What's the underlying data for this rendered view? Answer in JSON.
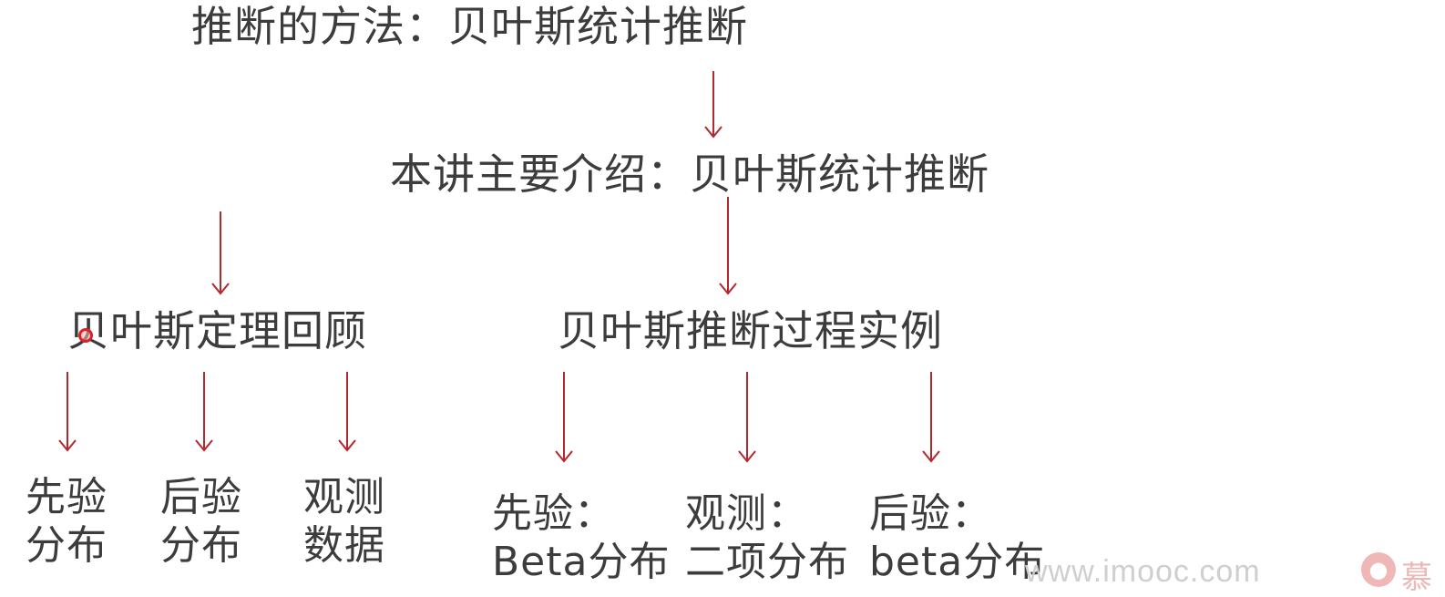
{
  "diagram": {
    "method_title": "推断的方法：贝叶斯统计推断",
    "lecture_title": "本讲主要介绍：贝叶斯统计推断",
    "left_branch": {
      "title": "贝叶斯定理回顾",
      "leaves": [
        {
          "line1": "先验",
          "line2": "分布"
        },
        {
          "line1": "后验",
          "line2": "分布"
        },
        {
          "line1": "观测",
          "line2": "数据"
        }
      ]
    },
    "right_branch": {
      "title": "贝叶斯推断过程实例",
      "leaves": [
        {
          "line1": "先验：",
          "line2": "Beta分布"
        },
        {
          "line1": "观测：",
          "line2": "二项分布"
        },
        {
          "line1": "后验：",
          "line2": "beta分布"
        }
      ]
    },
    "arrow_color": "#b3282d"
  },
  "watermark": {
    "site": "www.imooc.com",
    "logo_text": "慕"
  }
}
